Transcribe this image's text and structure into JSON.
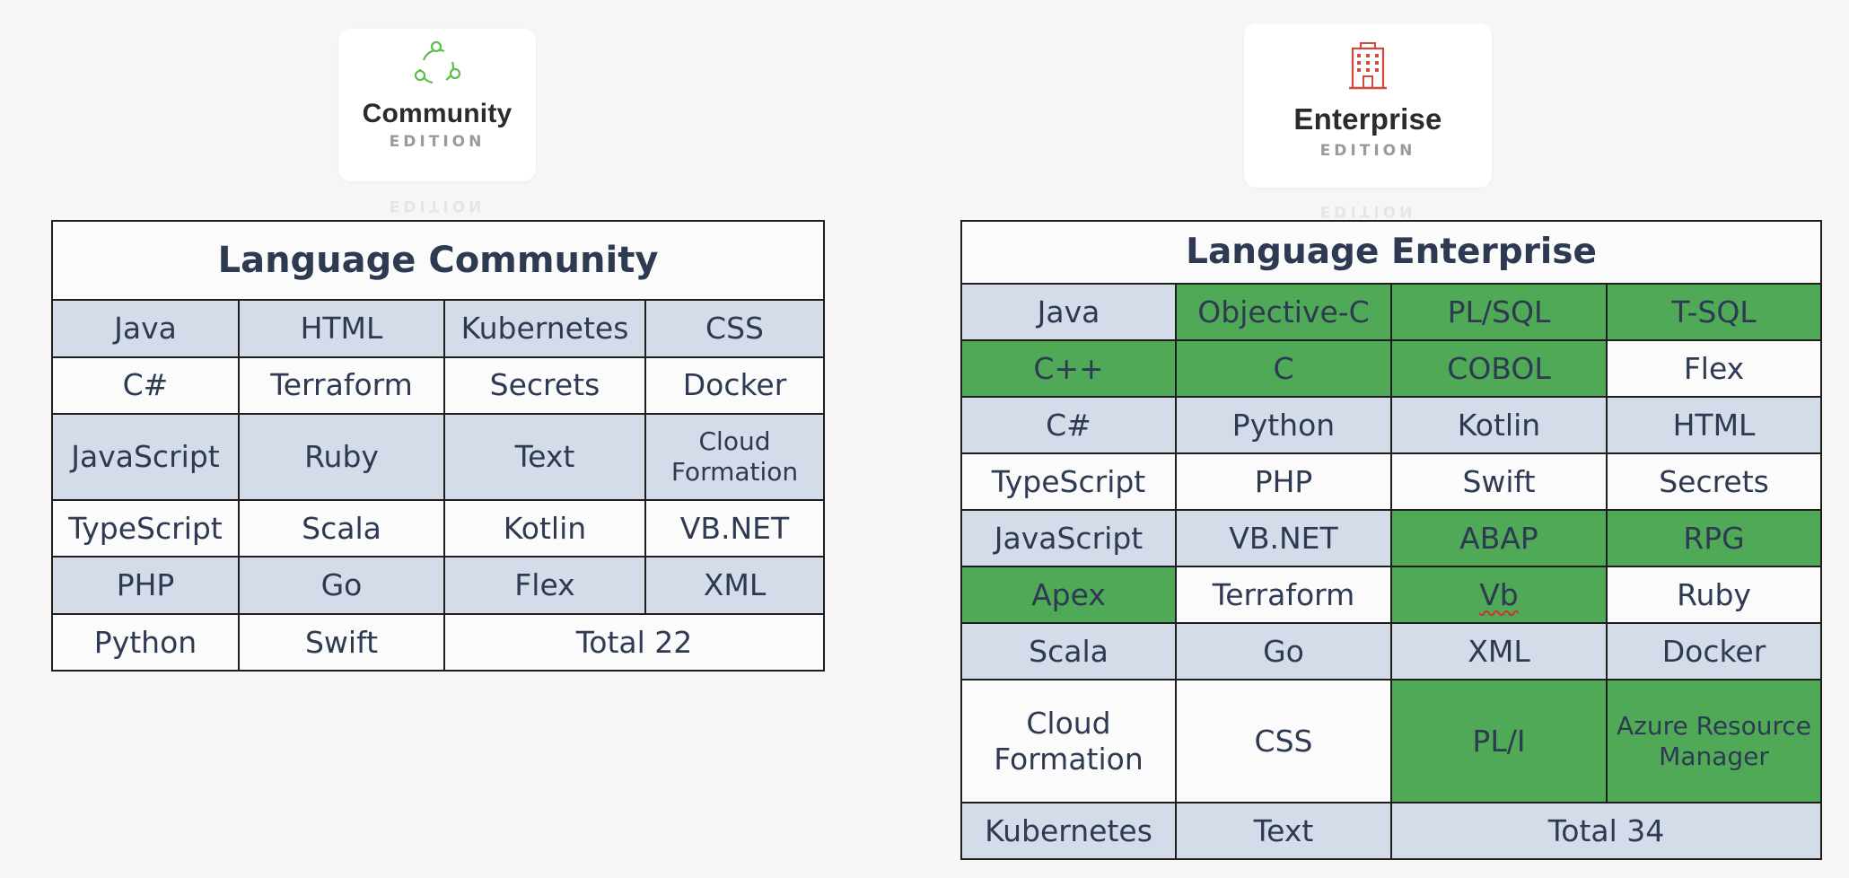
{
  "community_badge": {
    "name": "Community",
    "subtitle": "EDITION",
    "reflection": "EDITION",
    "icon": "community-cycle-icon",
    "icon_color": "#5bbf4a"
  },
  "enterprise_badge": {
    "name": "Enterprise",
    "subtitle": "EDITION",
    "reflection": "EDITION",
    "icon": "building-icon",
    "icon_color": "#d24a3e"
  },
  "community_table": {
    "title": "Language Community",
    "rows": [
      [
        "Java",
        "HTML",
        "Kubernetes",
        "CSS"
      ],
      [
        "C#",
        "Terraform",
        "Secrets",
        "Docker"
      ],
      [
        "JavaScript",
        "Ruby",
        "Text",
        "Cloud Formation"
      ],
      [
        "TypeScript",
        "Scala",
        "Kotlin",
        "VB.NET"
      ],
      [
        "PHP",
        "Go",
        "Flex",
        "XML"
      ],
      [
        "Python",
        "Swift",
        "Total 22"
      ]
    ]
  },
  "enterprise_table": {
    "title": "Language Enterprise",
    "rows": [
      [
        "Java",
        "Objective-C",
        "PL/SQL",
        "T-SQL"
      ],
      [
        "C++",
        "C",
        "COBOL",
        "Flex"
      ],
      [
        "C#",
        "Python",
        "Kotlin",
        "HTML"
      ],
      [
        "TypeScript",
        "PHP",
        "Swift",
        "Secrets"
      ],
      [
        "JavaScript",
        "VB.NET",
        "ABAP",
        "RPG"
      ],
      [
        "Apex",
        "Terraform",
        "Vb",
        "Ruby"
      ],
      [
        "Scala",
        "Go",
        "XML",
        "Docker"
      ],
      [
        "Cloud Formation",
        "CSS",
        "PL/I",
        "Azure Resource Manager"
      ],
      [
        "Kubernetes",
        "Text",
        "Total 34"
      ]
    ]
  },
  "colors": {
    "row_blue": "#d4dbe9",
    "row_white": "#fbfbfb",
    "enterprise_only_green": "#4fa957",
    "text": "#2d3a52"
  }
}
